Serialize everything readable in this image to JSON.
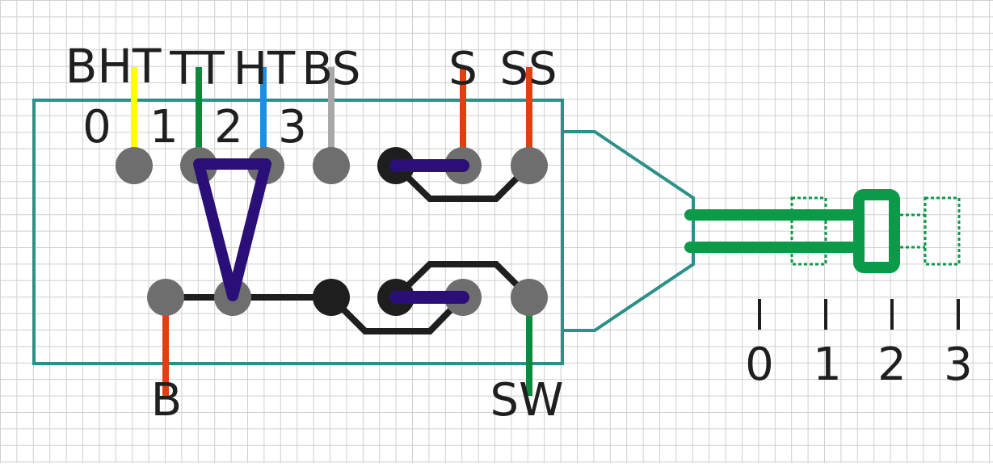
{
  "terminal_labels": {
    "bht": "BHT",
    "tt": "TT",
    "ht": "HT",
    "bs": "BS",
    "s": "S",
    "ss": "SS",
    "b": "B",
    "sw": "SW"
  },
  "inner_positions": {
    "p0": "0",
    "p1": "1",
    "p2": "2",
    "p3": "3"
  },
  "lever_positions": {
    "p0": "0",
    "p1": "1",
    "p2": "2",
    "p3": "3"
  },
  "colors": {
    "grid": "#cfcfcf",
    "outline": "#2a9088",
    "bht_wire": "#ffff00",
    "tt_wire": "#0a8a3a",
    "ht_wire": "#1e8ee0",
    "bs_wire": "#a8a8a8",
    "s_wire": "#e04010",
    "ss_wire": "#e04010",
    "b_wire": "#e04010",
    "sw_wire": "#0a8a3a",
    "contact": "#6e6e6e",
    "trace": "#1e1e1e",
    "bridge": "#2a0f78",
    "lever": "#0a9a48"
  }
}
